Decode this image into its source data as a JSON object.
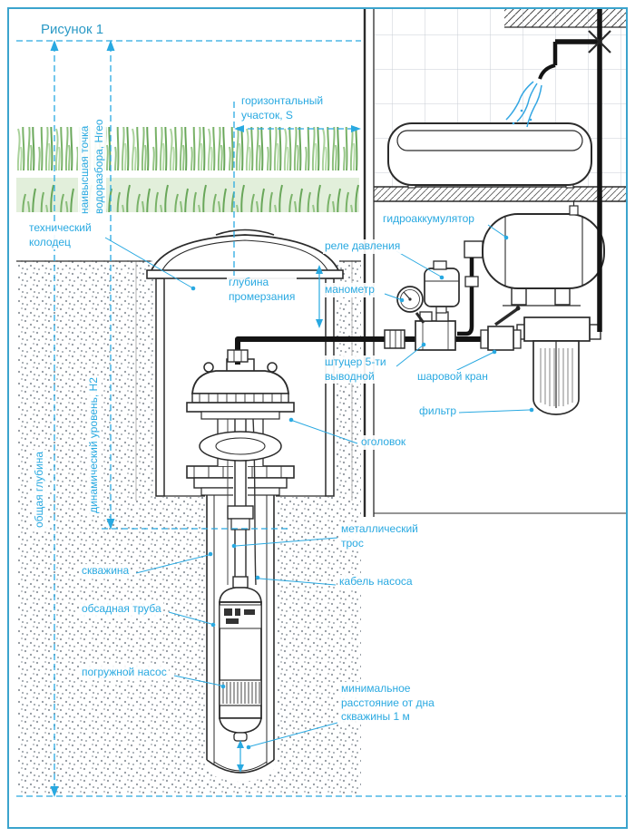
{
  "palette": {
    "accent": "#29a9e1",
    "line": "#2b2b2b",
    "border": "#3ba4cd",
    "grass_green": "#79b268",
    "water_blue": "#35a7e3",
    "gravel_gray": "#8f969d"
  },
  "figure": {
    "title": "Рисунок 1"
  },
  "dimension_labels": {
    "highest_point": [
      "наивысшая точка",
      "водоразбора, Hгео"
    ],
    "horizontal_section": [
      "горизонтальный",
      "участок, S"
    ],
    "dynamic_level": "динамический уровень, H2",
    "total_depth": "общая глубина",
    "freeze_depth": [
      "глубина",
      "промерзания"
    ],
    "min_bottom_distance": [
      "минимальное",
      "расстояние от дна",
      "скважины 1 м"
    ]
  },
  "component_labels": {
    "technical_well": [
      "технический",
      "колодец"
    ],
    "hydroaccumulator": "гидроаккумулятор",
    "pressure_relay": "реле давления",
    "manometer": "манометр",
    "five_way_union": [
      "штуцер 5-ти",
      "выводной"
    ],
    "ball_valve": "шаровой кран",
    "filter": "фильтр",
    "wellhead": "оголовок",
    "metal_cable": [
      "металлический",
      "трос"
    ],
    "pump_cable": "кабель насоса",
    "borehole": "скважина",
    "casing_pipe": "обсадная труба",
    "submersible_pump": "погружной насос"
  }
}
